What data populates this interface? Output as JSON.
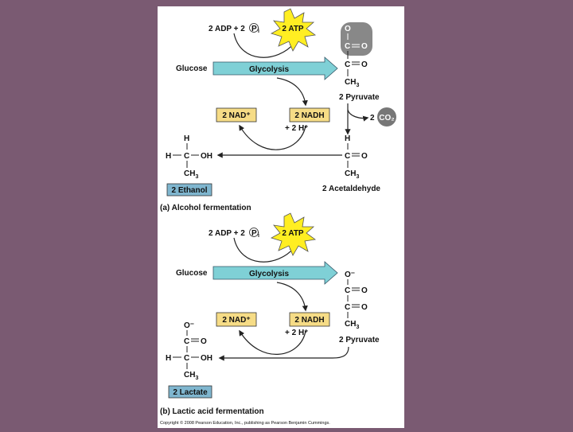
{
  "colors": {
    "background": "#7a5a72",
    "panel": "#ffffff",
    "atp_burst": "#ffee22",
    "cofactor_box": "#f6dc86",
    "glycolysis_arrow": "#7fd0d6",
    "product_box": "#7fb6cf",
    "co2_circle": "#777777"
  },
  "panel_a": {
    "adp_label": "2 ADP + 2",
    "pi_symbol": "P",
    "pi_sub": "i",
    "atp_label": "2 ATP",
    "glucose": "Glucose",
    "glycolysis": "Glycolysis",
    "nad": "2 NAD⁺",
    "nadh": "2 NADH",
    "h_plus": "+ 2 H⁺",
    "pyruvate": {
      "o_top": "O",
      "c1": "C",
      "o1": "O",
      "c2": "C",
      "o2": "O",
      "ch3": "CH",
      "ch3_sub": "3",
      "label": "2 Pyruvate"
    },
    "co2_coef": "2",
    "co2": "CO₂",
    "acetaldehyde": {
      "h": "H",
      "c": "C",
      "o": "O",
      "ch3": "CH",
      "ch3_sub": "3",
      "label": "2 Acetaldehyde"
    },
    "ethanol": {
      "h_top": "H",
      "h_left": "H",
      "c": "C",
      "oh": "OH",
      "ch3": "CH",
      "ch3_sub": "3",
      "label": "2 Ethanol"
    },
    "caption": "(a) Alcohol fermentation"
  },
  "panel_b": {
    "adp_label": "2 ADP + 2",
    "pi_symbol": "P",
    "pi_sub": "i",
    "atp_label": "2 ATP",
    "glucose": "Glucose",
    "glycolysis": "Glycolysis",
    "nad": "2 NAD⁺",
    "nadh": "2 NADH",
    "h_plus": "+ 2 H⁺",
    "pyruvate": {
      "o_top": "O⁻",
      "c1": "C",
      "o1": "O",
      "c2": "C",
      "o2": "O",
      "ch3": "CH",
      "ch3_sub": "3",
      "label": "2 Pyruvate"
    },
    "lactate": {
      "o_top": "O⁻",
      "c1": "C",
      "o1": "O",
      "h_left": "H",
      "c2": "C",
      "oh": "OH",
      "ch3": "CH",
      "ch3_sub": "3",
      "label": "2 Lactate"
    },
    "caption": "(b) Lactic acid fermentation"
  },
  "copyright": "Copyright © 2008 Pearson Education, Inc., publishing as Pearson Benjamin Cummings."
}
